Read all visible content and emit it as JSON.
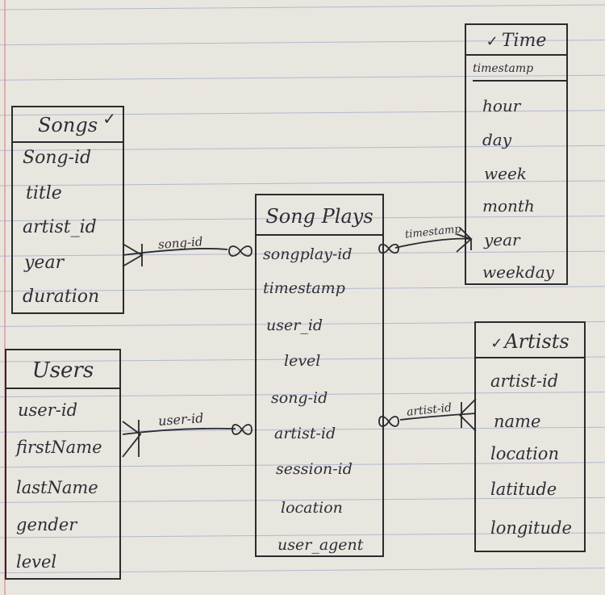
{
  "entities": {
    "songs": {
      "title": "Songs",
      "fields": [
        "Song-id",
        "title",
        "artist_id",
        "year",
        "duration"
      ]
    },
    "users": {
      "title": "Users",
      "fields": [
        "user-id",
        "firstName",
        "lastName",
        "gender",
        "level"
      ]
    },
    "songplays": {
      "title": "Song Plays",
      "fields": [
        "songplay-id",
        "timestamp",
        "user_id",
        "level",
        "song-id",
        "artist-id",
        "session-id",
        "location",
        "user_agent"
      ]
    },
    "time": {
      "title": "Time",
      "fields": [
        "timestamp",
        "hour",
        "day",
        "week",
        "month",
        "year",
        "weekday"
      ]
    },
    "artists": {
      "title": "Artists",
      "fields": [
        "artist-id",
        "name",
        "location",
        "latitude",
        "longitude"
      ]
    }
  },
  "relationships": [
    {
      "label": "song-id",
      "from": "songs",
      "to": "songplays"
    },
    {
      "label": "user-id",
      "from": "users",
      "to": "songplays"
    },
    {
      "label": "timestamp",
      "from": "songplays",
      "to": "time"
    },
    {
      "label": "artist-id",
      "from": "songplays",
      "to": "artists"
    }
  ],
  "checkmark": "✓",
  "colors": {
    "paper": "#e9e6df",
    "rule_line": "#9aa6c9",
    "margin_line": "#d89a9a",
    "ink": "#2b2a2e"
  }
}
